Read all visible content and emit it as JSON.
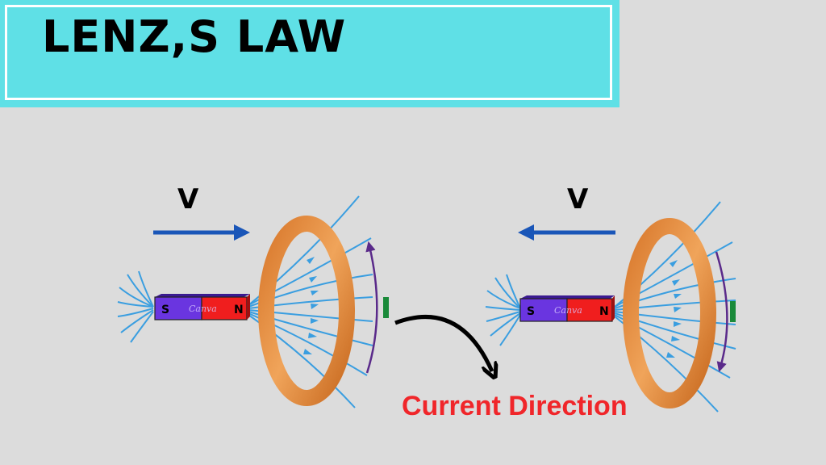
{
  "title": "LENZ,S LAW",
  "colors": {
    "banner": "#5fe0e6",
    "velocity_arrow": "#1a56b8",
    "field_lines": "#3a9ee0",
    "ring": "#e08a3e",
    "current_arrow": "#5a2a8a",
    "current_label": "#1a8a3a",
    "magnet_s": "#6a35e0",
    "magnet_n": "#f01e1e",
    "caption": "#f0262a"
  },
  "left_panel": {
    "velocity_label": "V",
    "velocity_direction": "right",
    "magnet": {
      "s_label": "S",
      "n_label": "N",
      "watermark": "Canva"
    },
    "current_label": "I",
    "current_direction": "up"
  },
  "right_panel": {
    "velocity_label": "V",
    "velocity_direction": "left",
    "magnet": {
      "s_label": "S",
      "n_label": "N",
      "watermark": "Canva"
    },
    "current_label": "I",
    "current_direction": "down"
  },
  "caption": "Current Direction"
}
